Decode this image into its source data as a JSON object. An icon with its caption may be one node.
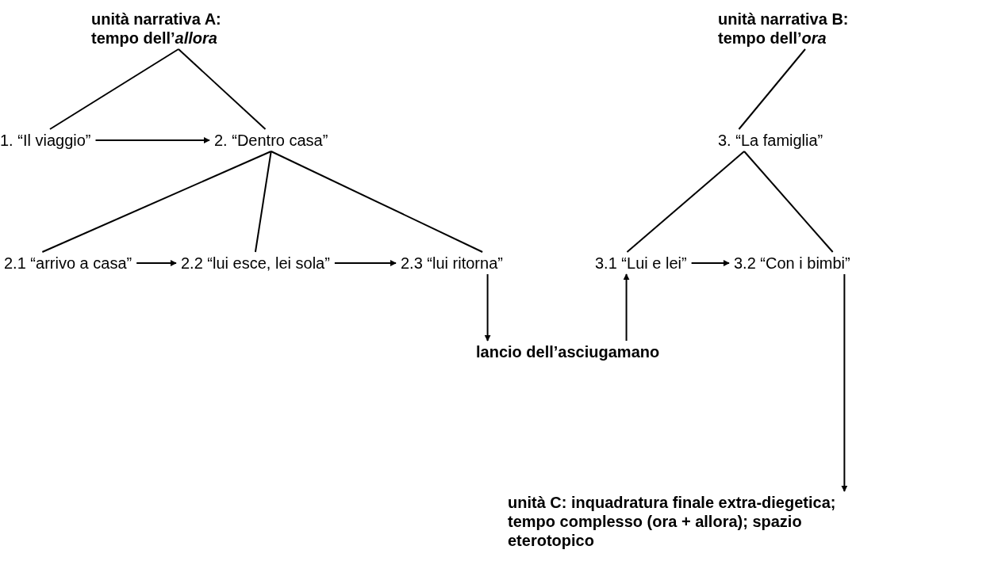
{
  "diagram": {
    "nodes": [
      {
        "text": [
          "unità narrativa A: tempo dell’*allora*"
        ]
      },
      {
        "text": [
          "1. “Il viaggio”"
        ]
      },
      {
        "text": [
          "2. “Dentro casa”"
        ]
      },
      {
        "text": [
          "unità narrativa B: tempo dell’*ora*"
        ]
      },
      {
        "text": [
          "3. “La famiglia”"
        ]
      },
      {
        "text": [
          "2.1 “arrivo a casa”"
        ]
      },
      {
        "text": [
          "2.2 “lui esce, lei sola”"
        ]
      },
      {
        "text": [
          "2.3 “lui ritorna”"
        ]
      },
      {
        "text": [
          "3.1 “Lui e lei”"
        ]
      },
      {
        "text": [
          "3.2 “Con i bimbi”"
        ]
      },
      {
        "text": [
          "lancio dell’asciugamano"
        ]
      },
      {
        "text": [
          "unità C: inquadratura finale extra-diegetica; tempo complesso (ora + allora); spazio eterotopico"
        ]
      }
    ],
    "edges": [
      {
        "from": 0,
        "to": 1,
        "arrow": "none"
      },
      {
        "from": 0,
        "to": 2,
        "arrow": "none"
      },
      {
        "from": 1,
        "to": 2,
        "arrow": "to"
      },
      {
        "from": 3,
        "to": 4,
        "arrow": "none"
      },
      {
        "from": 2,
        "to": 5,
        "arrow": "none"
      },
      {
        "from": 2,
        "to": 6,
        "arrow": "none"
      },
      {
        "from": 2,
        "to": 7,
        "arrow": "none"
      },
      {
        "from": 5,
        "to": 6,
        "arrow": "to"
      },
      {
        "from": 6,
        "to": 7,
        "arrow": "to"
      },
      {
        "from": 4,
        "to": 8,
        "arrow": "none"
      },
      {
        "from": 4,
        "to": 9,
        "arrow": "none"
      },
      {
        "from": 8,
        "to": 9,
        "arrow": "to"
      },
      {
        "from": 7,
        "to": 10,
        "arrow": "to"
      },
      {
        "from": 10,
        "to": 8,
        "arrow": "to"
      },
      {
        "from": 9,
        "to": 11,
        "arrow": "to"
      }
    ]
  }
}
